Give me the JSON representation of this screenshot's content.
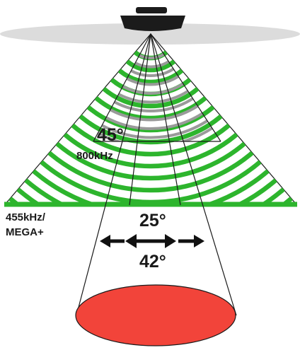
{
  "labels": {
    "wide_angle": "45°",
    "wide_freq": "800kHz",
    "side_freq_line1": "455kHz/",
    "side_freq_line2": "MEGA+",
    "down_angle_inner": "25°",
    "down_angle_outer": "42°"
  },
  "colors": {
    "water_surface": "#dcdcdc",
    "side_beam": "#2db52d",
    "narrow_beam": "#9a9a9a",
    "bottom_spot": "#f2443a",
    "boat": "#1b1b1b",
    "outline": "#1a1a1a"
  },
  "icons": [
    "boat-icon",
    "arrow-left-icon",
    "double-arrow-icon",
    "arrow-right-icon"
  ]
}
